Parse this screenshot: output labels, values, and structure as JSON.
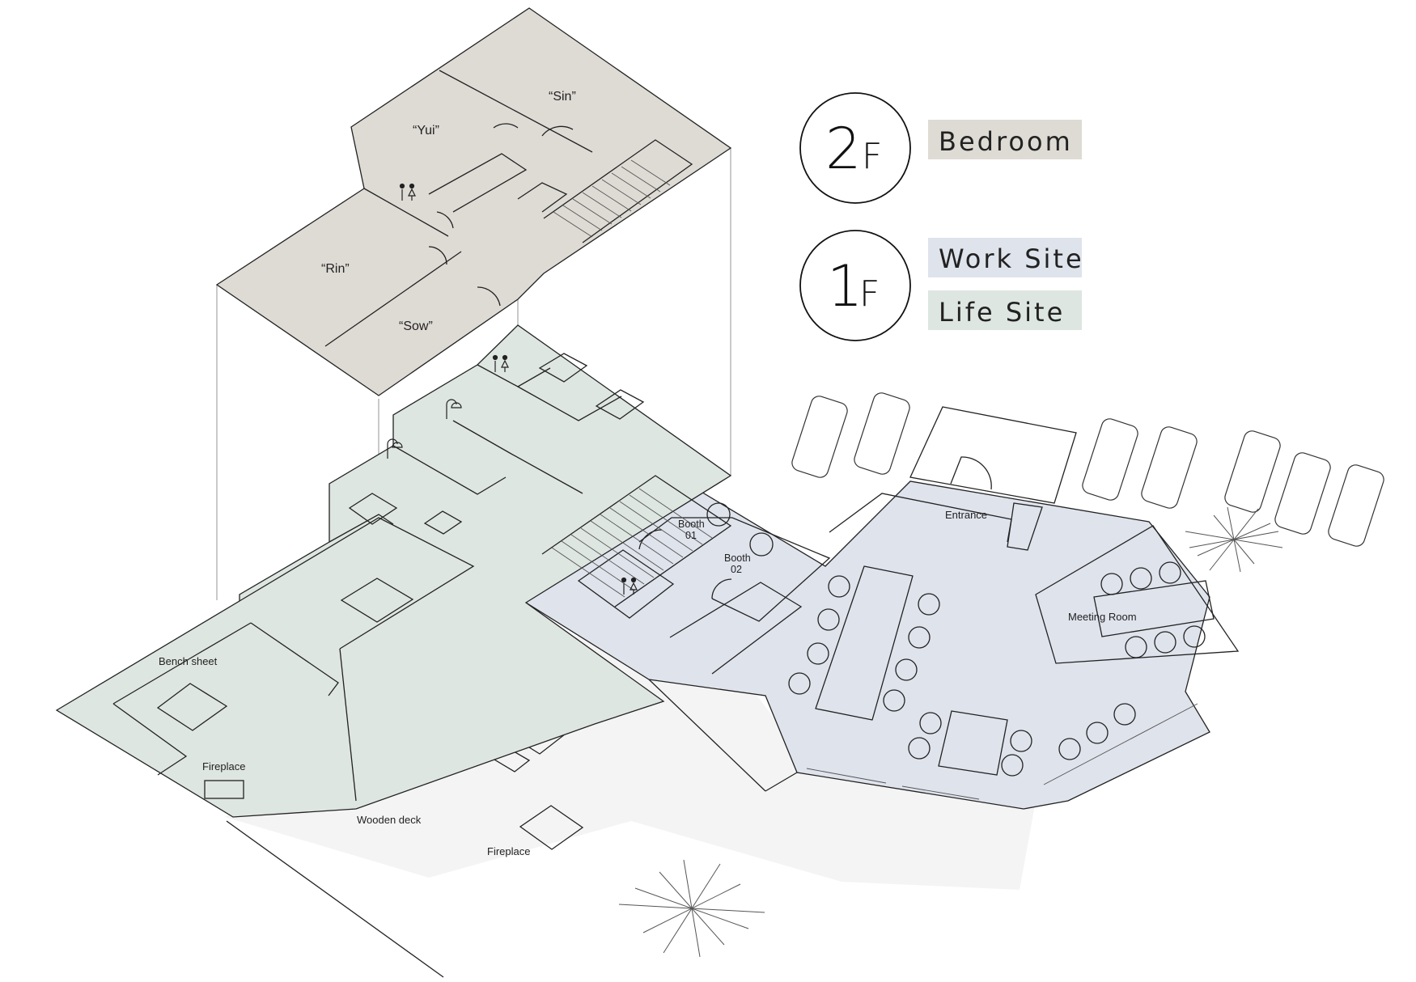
{
  "colors": {
    "bedroom": "#dedbd5",
    "work_site": "#dfe3ec",
    "life_site": "#dee6e1",
    "deck": "#f4f4f4"
  },
  "legend": {
    "floor_2": {
      "number": "2",
      "suffix": "F",
      "items": [
        {
          "label": "Bedroom"
        }
      ]
    },
    "floor_1": {
      "number": "1",
      "suffix": "F",
      "items": [
        {
          "label": "Work Site"
        },
        {
          "label": "Life Site"
        }
      ]
    }
  },
  "rooms_2f": {
    "sin": "“Sin”",
    "yui": "“Yui”",
    "rin": "“Rin”",
    "sow": "“Sow”"
  },
  "labels_1f": {
    "entrance": "Entrance",
    "booth_01_line1": "Booth",
    "booth_01_line2": "01",
    "booth_02_line1": "Booth",
    "booth_02_line2": "02",
    "meeting_room": "Meeting Room",
    "bench_sheet": "Bench sheet",
    "fireplace_inside": "Fireplace",
    "wooden_deck": "Wooden deck",
    "fireplace_deck": "Fireplace"
  },
  "icons": [
    "restroom-icon",
    "shower-icon",
    "compass-icon",
    "car-icon"
  ]
}
